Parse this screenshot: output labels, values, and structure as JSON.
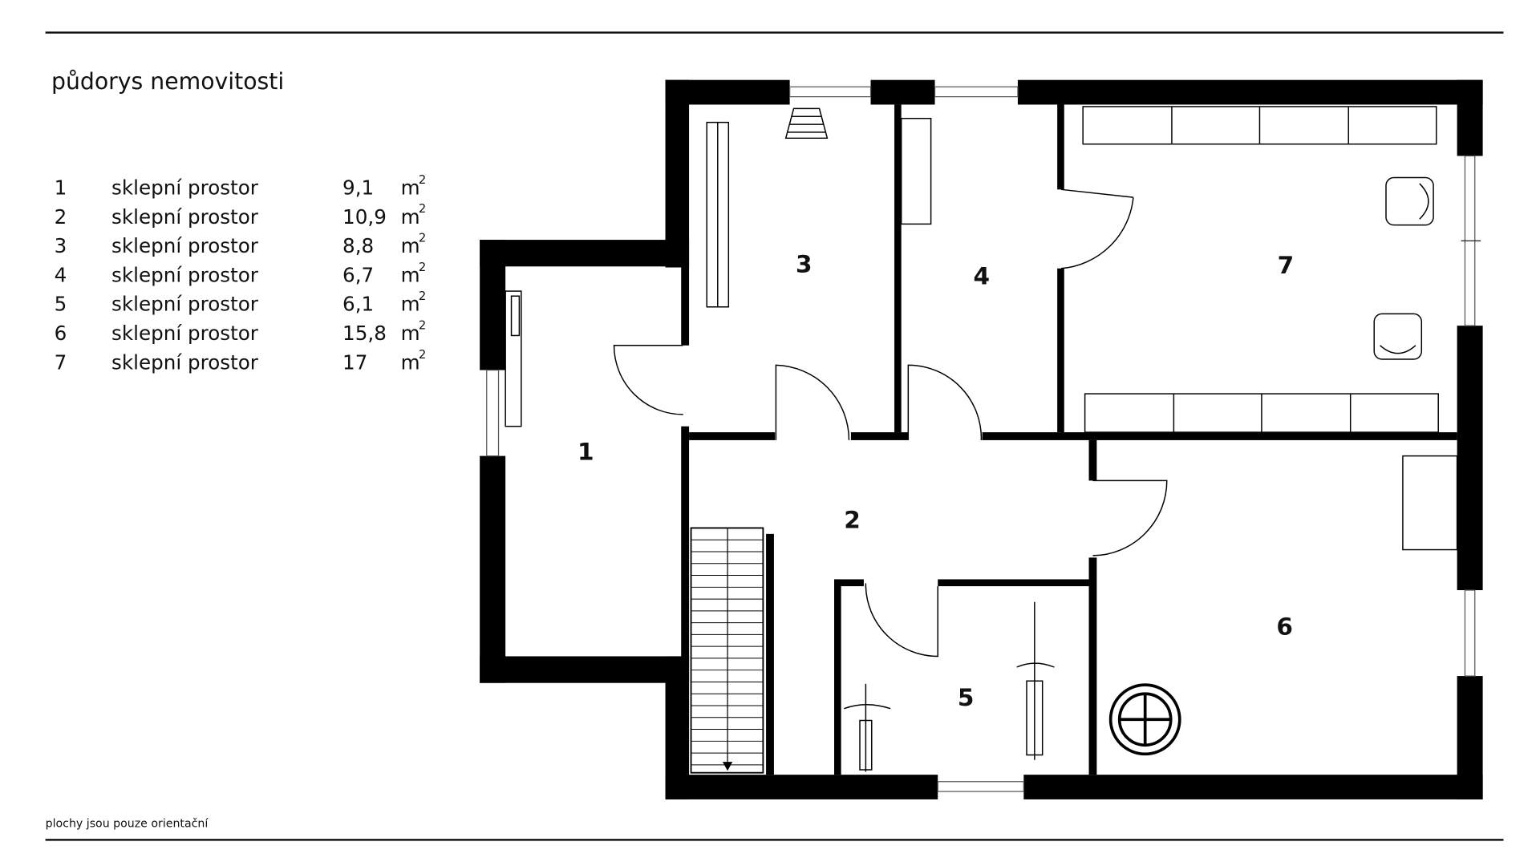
{
  "title": "půdorys nemovitosti",
  "unit": "m",
  "unit_exp": "2",
  "rooms": [
    {
      "num": "1",
      "name": "sklepní prostor",
      "area": "9,1"
    },
    {
      "num": "2",
      "name": "sklepní prostor",
      "area": "10,9"
    },
    {
      "num": "3",
      "name": "sklepní prostor",
      "area": "8,8"
    },
    {
      "num": "4",
      "name": "sklepní prostor",
      "area": "6,7"
    },
    {
      "num": "5",
      "name": "sklepní prostor",
      "area": "6,1"
    },
    {
      "num": "6",
      "name": "sklepní prostor",
      "area": "15,8"
    },
    {
      "num": "7",
      "name": "sklepní prostor",
      "area": "17"
    }
  ],
  "note": "plochy jsou pouze orientační"
}
